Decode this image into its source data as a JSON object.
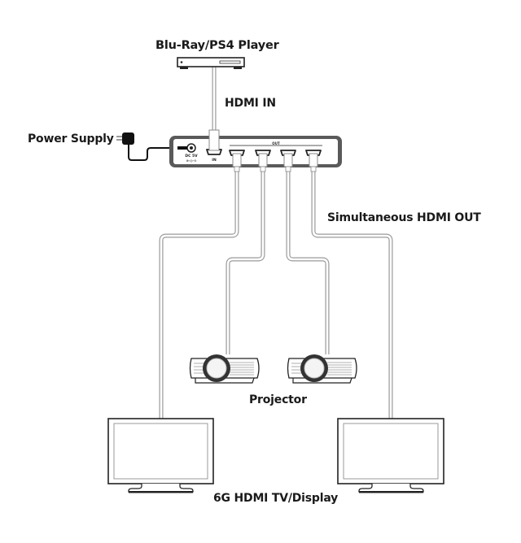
{
  "labels": {
    "source": "Blu-Ray/PS4 Player",
    "hdmi_in": "HDMI IN",
    "power_supply": "Power Supply",
    "hdmi_out": "Simultaneous HDMI OUT",
    "projector": "Projector",
    "display": "6G HDMI TV/Display"
  },
  "splitter": {
    "dc_label": "DC 5V",
    "in_label": "IN",
    "out_label": "OUT",
    "output_count": 4
  },
  "colors": {
    "splitter_border": "#555555",
    "cable": "#9a9a9a",
    "text": "#1a1a1a"
  }
}
